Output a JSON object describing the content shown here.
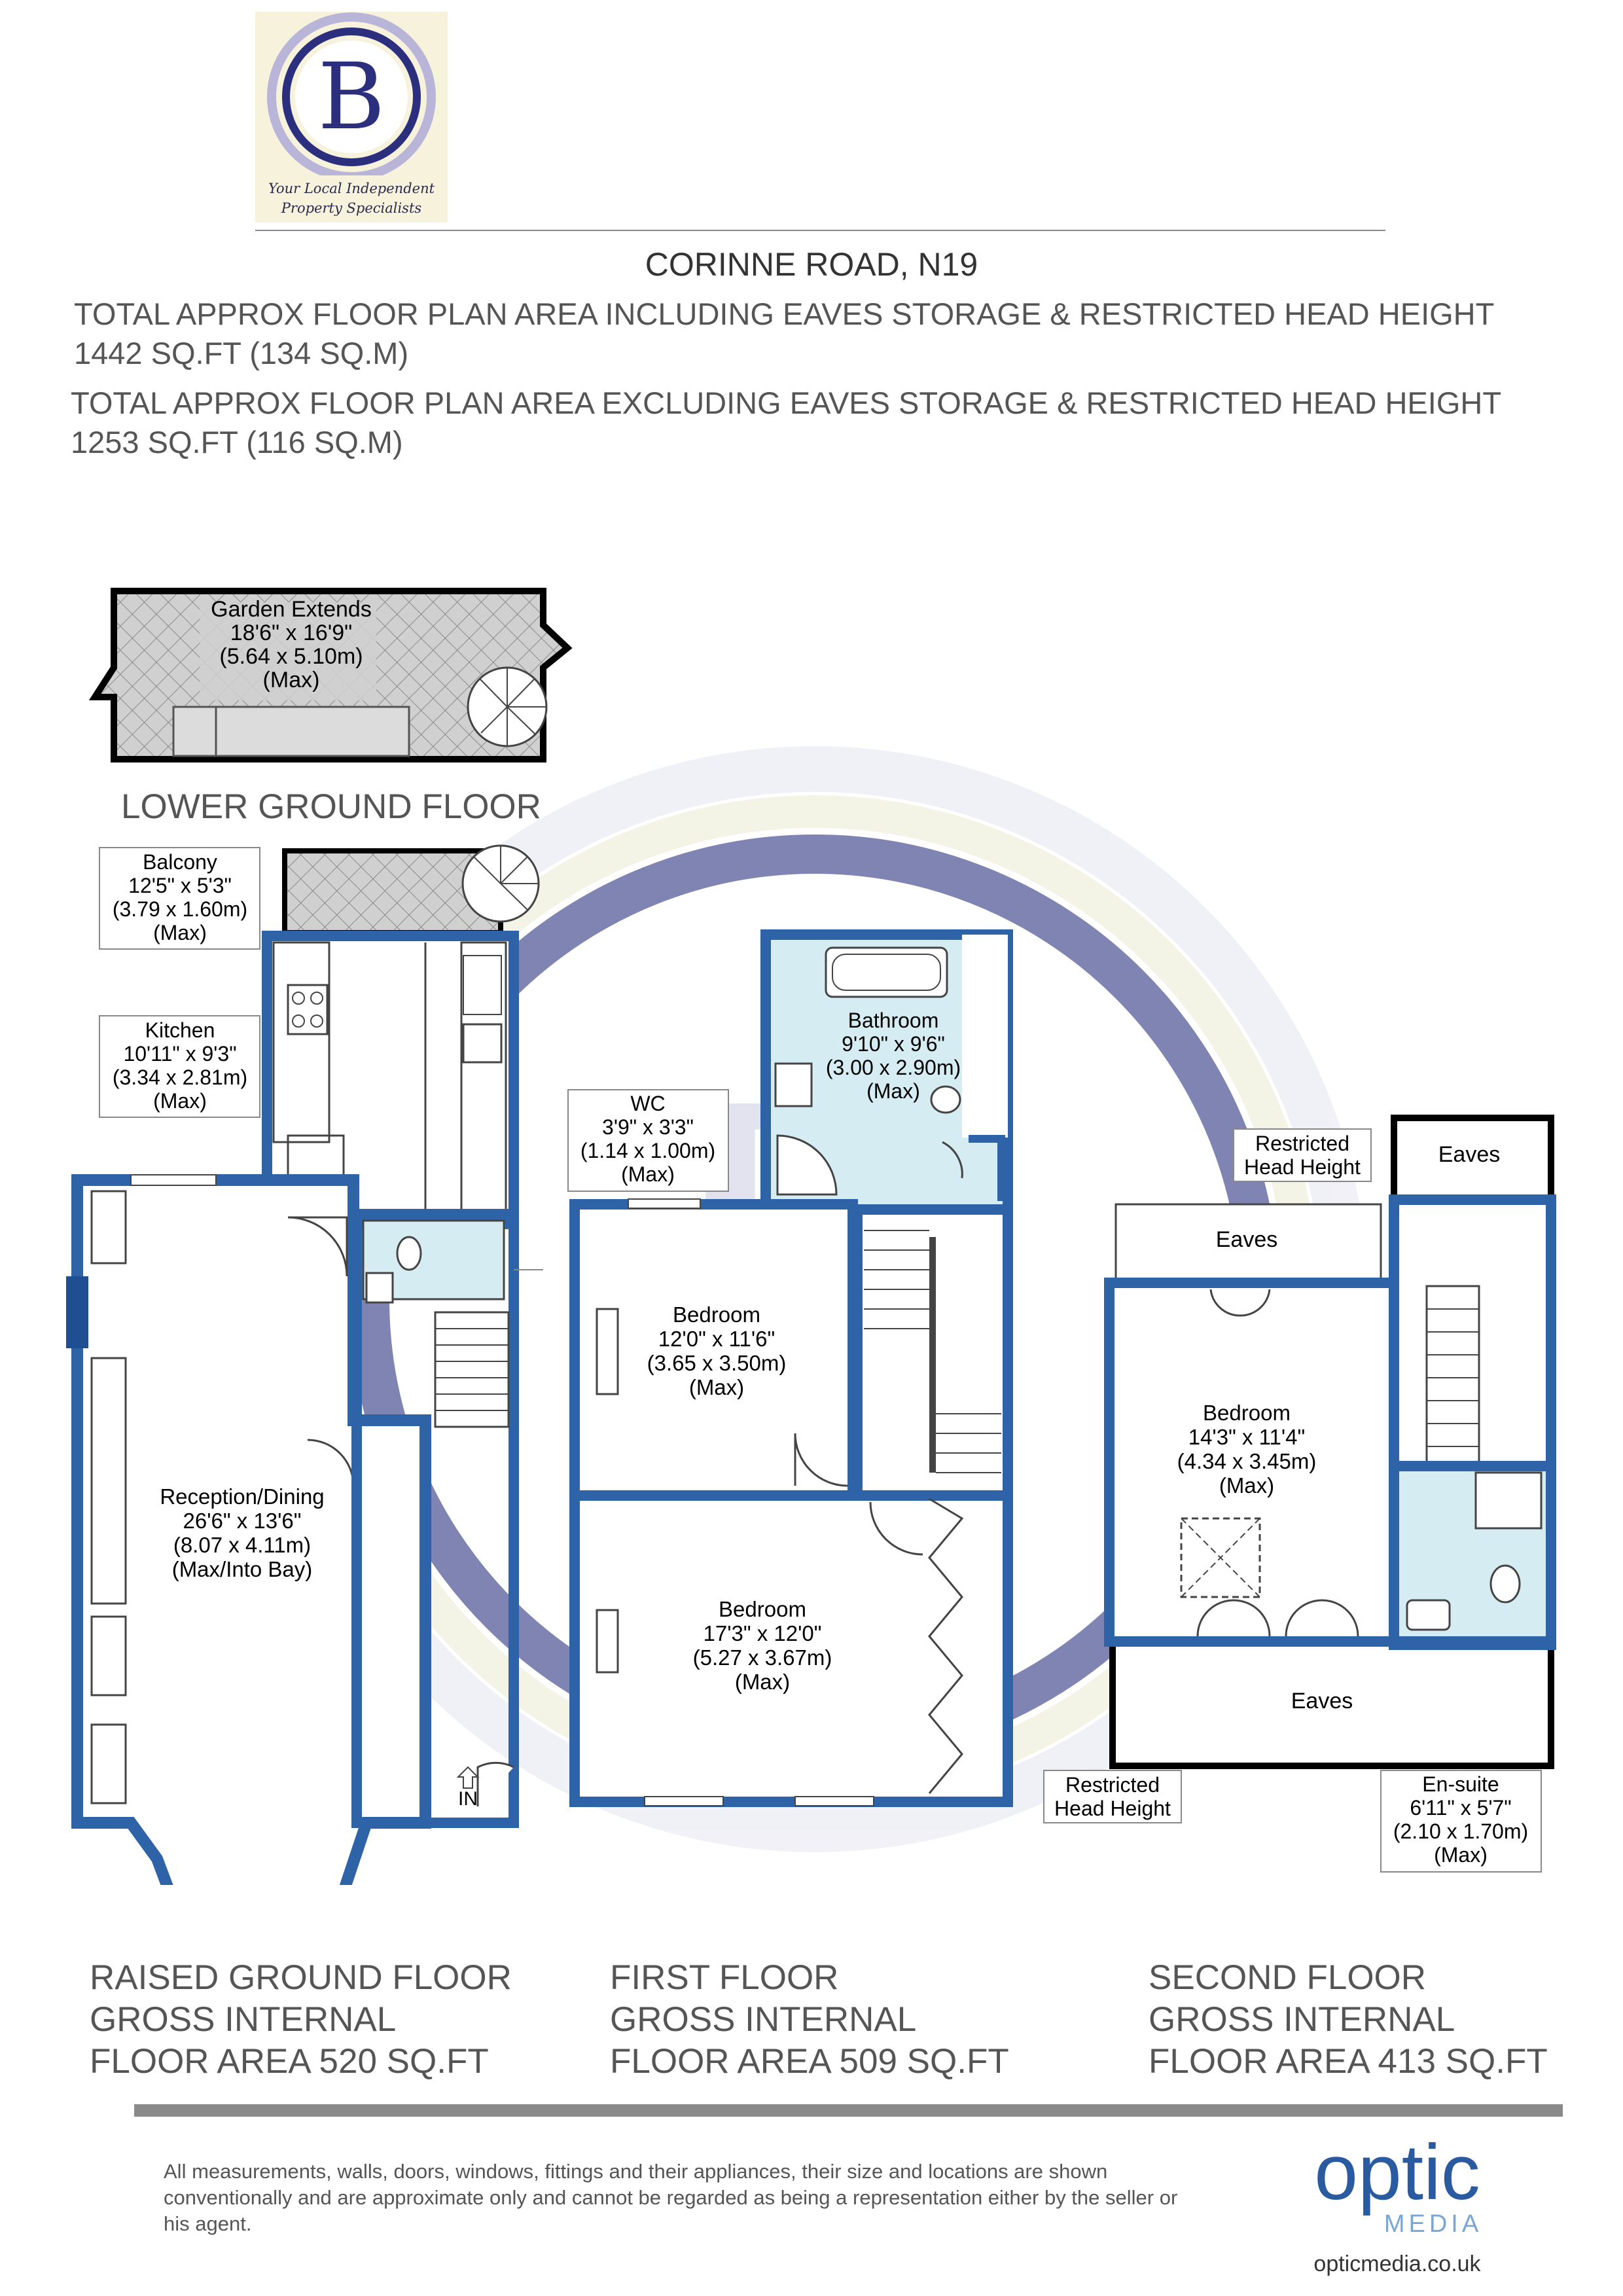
{
  "logo": {
    "letter": "B",
    "tagline_1": "Your Local Independent",
    "tagline_2": "Property Specialists",
    "colors": {
      "navy": "#2b2f7e",
      "lavender": "#b9b5d8",
      "background": "#f7f2dc"
    }
  },
  "address": "CORINNE ROAD, N19",
  "area_including": {
    "label": "TOTAL APPROX FLOOR PLAN AREA INCLUDING EAVES STORAGE & RESTRICTED HEAD HEIGHT",
    "value": "1442 SQ.FT (134 SQ.M)"
  },
  "area_excluding": {
    "label": "TOTAL APPROX FLOOR PLAN AREA EXCLUDING EAVES STORAGE & RESTRICTED HEAD HEIGHT",
    "value": "1253 SQ.FT (116 SQ.M)"
  },
  "lower_ground": {
    "title": "LOWER GROUND FLOOR",
    "garden": {
      "name": "Garden Extends",
      "imperial": "18'6\" x 16'9\"",
      "metric": "(5.64 x 5.10m)",
      "note": "(Max)"
    }
  },
  "raised_ground": {
    "balcony": {
      "name": "Balcony",
      "imperial": "12'5\" x 5'3\"",
      "metric": "(3.79 x 1.60m)",
      "note": "(Max)"
    },
    "kitchen": {
      "name": "Kitchen",
      "imperial": "10'11\" x 9'3\"",
      "metric": "(3.34 x 2.81m)",
      "note": "(Max)"
    },
    "reception": {
      "name": "Reception/Dining",
      "imperial": "26'6\" x 13'6\"",
      "metric": "(8.07 x 4.11m)",
      "note": "(Max/Into Bay)"
    },
    "entrance": "IN",
    "footer": [
      "RAISED GROUND FLOOR",
      "GROSS INTERNAL",
      "FLOOR AREA 520 SQ.FT"
    ]
  },
  "first": {
    "wc": {
      "name": "WC",
      "imperial": "3'9\" x 3'3\"",
      "metric": "(1.14 x 1.00m)",
      "note": "(Max)"
    },
    "bathroom": {
      "name": "Bathroom",
      "imperial": "9'10\" x 9'6\"",
      "metric": "(3.00 x 2.90m)",
      "note": "(Max)"
    },
    "bedroom_rear": {
      "name": "Bedroom",
      "imperial": "12'0\" x 11'6\"",
      "metric": "(3.65 x 3.50m)",
      "note": "(Max)"
    },
    "bedroom_front": {
      "name": "Bedroom",
      "imperial": "17'3\" x 12'0\"",
      "metric": "(5.27 x 3.67m)",
      "note": "(Max)"
    },
    "footer": [
      "FIRST FLOOR",
      "GROSS INTERNAL",
      "FLOOR AREA 509 SQ.FT"
    ]
  },
  "second": {
    "restricted_top": [
      "Restricted",
      "Head Height"
    ],
    "eaves_top_right": "Eaves",
    "eaves_top": "Eaves",
    "bedroom": {
      "name": "Bedroom",
      "imperial": "14'3\" x 11'4\"",
      "metric": "(4.34 x 3.45m)",
      "note": "(Max)"
    },
    "eaves_bottom": "Eaves",
    "restricted_bottom": [
      "Restricted",
      "Head Height"
    ],
    "ensuite": {
      "name": "En-suite",
      "imperial": "6'11\" x 5'7\"",
      "metric": "(2.10 x 1.70m)",
      "note": "(Max)"
    },
    "footer": [
      "SECOND FLOOR",
      "GROSS INTERNAL",
      "FLOOR AREA 413 SQ.FT"
    ]
  },
  "disclaimer": "All measurements, walls, doors, windows, fittings and their appliances, their size and locations are shown conventionally and are approximate only and cannot be regarded as being a representation either by the seller or his agent.",
  "footer_brand": {
    "word": "optic",
    "sub": "MEDIA",
    "website": "opticmedia.co.uk"
  },
  "colors": {
    "wall": "#2f63a8",
    "wet_room": "#d5edf2",
    "garden_fill": "#d0d0d0",
    "text": "#333333"
  }
}
